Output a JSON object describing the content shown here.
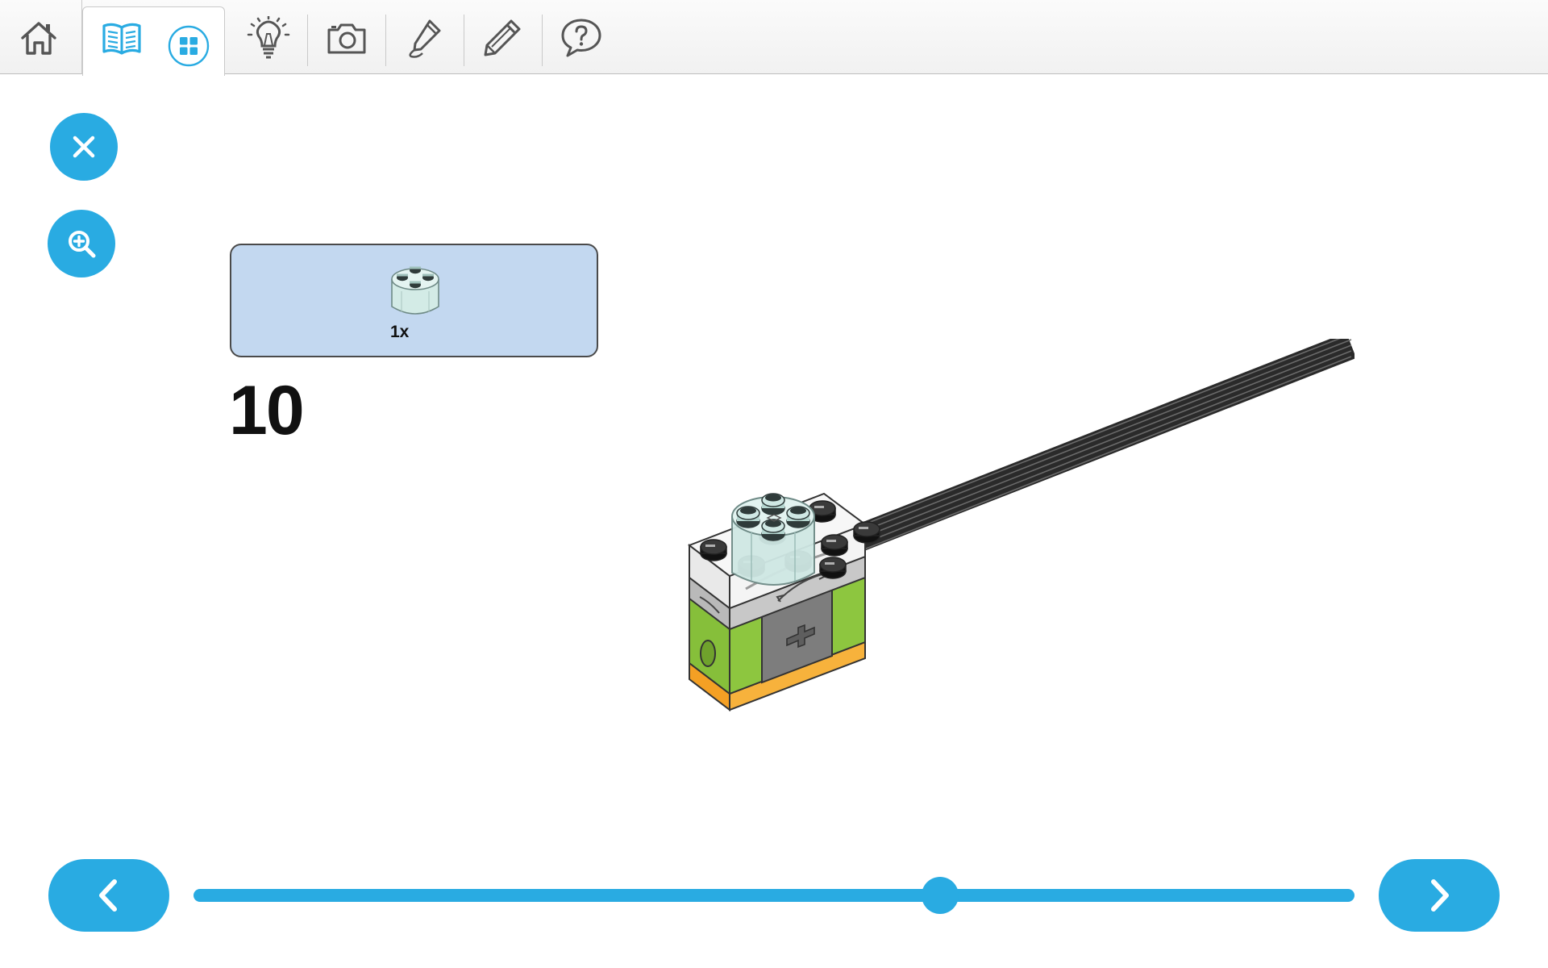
{
  "toolbar": {
    "items": [
      {
        "icon": "home-icon"
      },
      {
        "icon": "book-icon",
        "active": true
      },
      {
        "icon": "grid-icon",
        "active": true
      },
      {
        "icon": "lightbulb-icon"
      },
      {
        "icon": "camera-icon"
      },
      {
        "icon": "pen-icon"
      },
      {
        "icon": "pencil-icon"
      },
      {
        "icon": "help-bubble-icon"
      }
    ]
  },
  "actions": {
    "close_icon": "close-icon",
    "zoom_icon": "zoom-in-icon"
  },
  "parts": {
    "items": [
      {
        "quantity": "1x",
        "icon": "round-brick-icon"
      }
    ]
  },
  "step": {
    "number": "10"
  },
  "navigation": {
    "prev_icon": "chevron-left-icon",
    "next_icon": "chevron-right-icon",
    "progress": 0.643
  },
  "colors": {
    "accent": "#29abe2",
    "parts_box_bg": "#c3d8f0",
    "brick_green": "#8dc63f",
    "brick_orange": "#f7a823",
    "brick_white": "#f2f2f2",
    "brick_gray": "#8a8a8a",
    "transparent_brick": "#cfe8e4"
  }
}
